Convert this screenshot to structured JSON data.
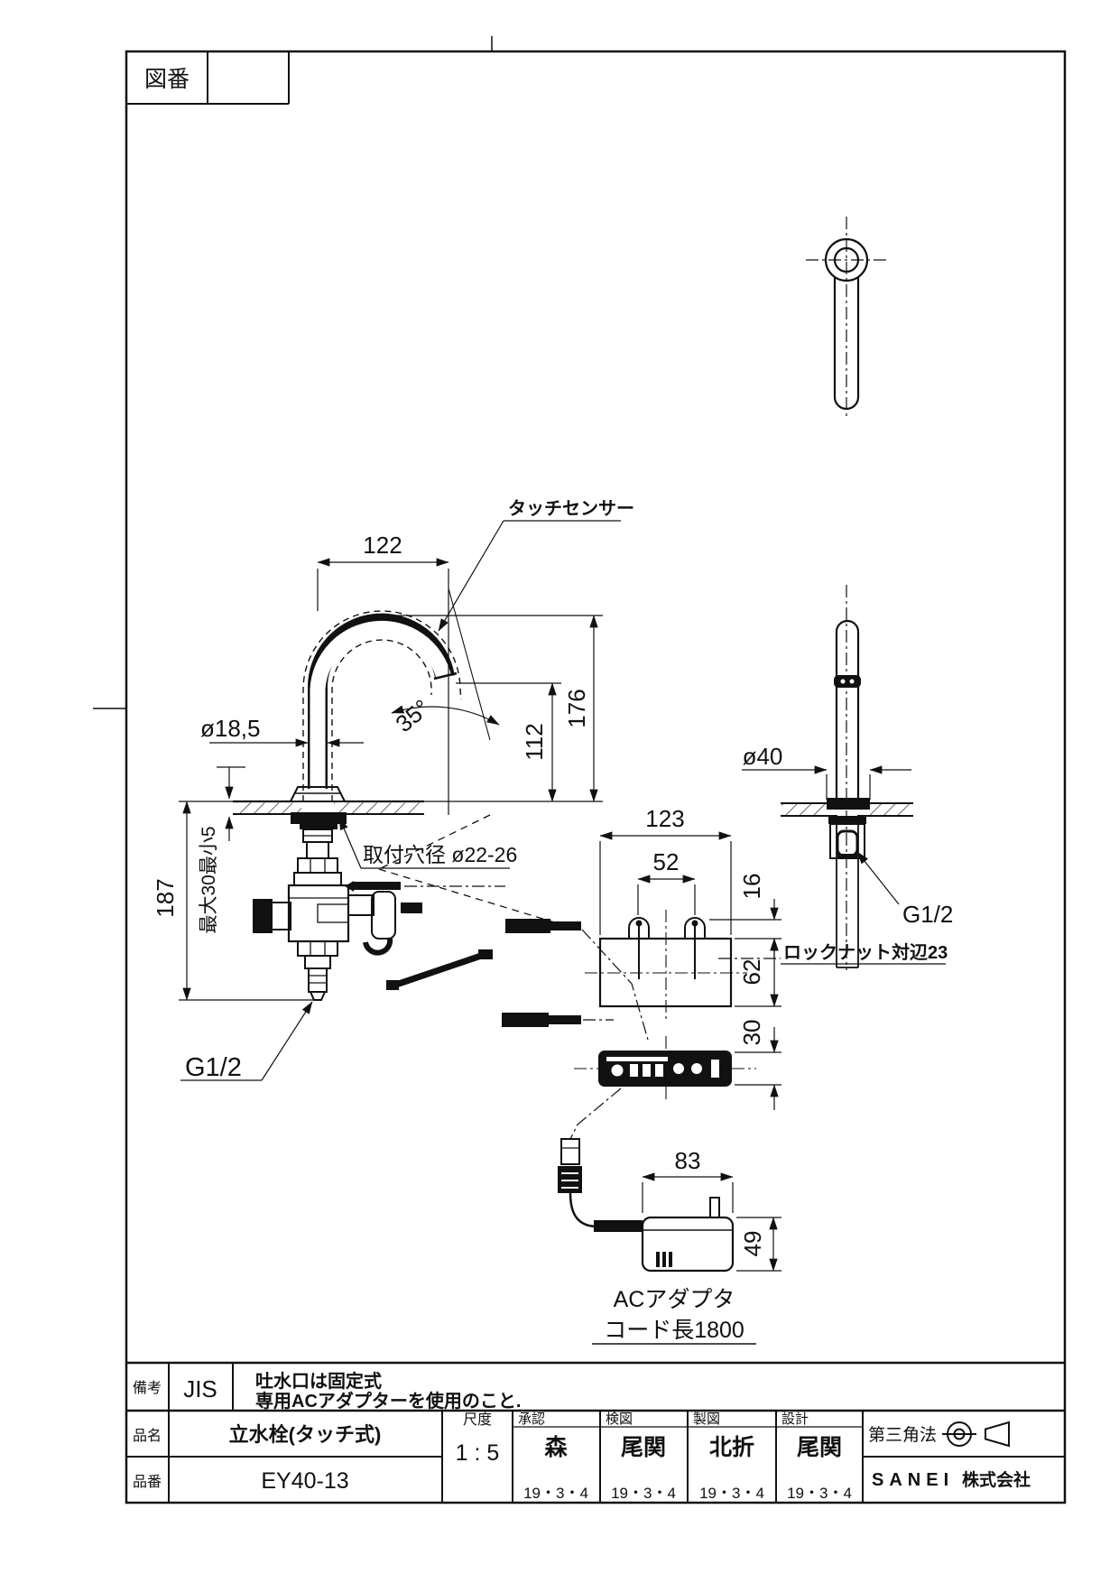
{
  "sheet": {
    "zuban_label": "図番"
  },
  "front_view": {
    "touch_sensor_label": "タッチセンサー",
    "dim_width": "122",
    "dim_height_total": "176",
    "dim_height_spout": "112",
    "dim_angle": "35°",
    "dim_spout_dia": "ø18,5",
    "dim_under_counter": "187",
    "deck_thickness_note": "最大30最小5",
    "mount_hole_label": "取付穴径  ø22-26",
    "inlet_thread_label": "G1/2"
  },
  "side_view": {
    "dim_body_dia": "ø40",
    "thread_label": "G1/2",
    "locknut_label": "ロックナット対辺23"
  },
  "control_box": {
    "dim_width": "123",
    "dim_clip_span": "52",
    "dim_clip_height": "16",
    "dim_height": "62",
    "dim_strip": "30"
  },
  "ac_adapter": {
    "dim_width": "83",
    "dim_height": "49",
    "label": "ACアダプタ",
    "cord_label": "コード長1800"
  },
  "title_block": {
    "remarks_label": "備考",
    "remarks_std": "JIS",
    "note_line1": "吐水口は固定式",
    "note_line2": "専用ACアダプターを使用のこと.",
    "product_name_label": "品名",
    "product_name": "立水栓(タッチ式)",
    "product_code_label": "品番",
    "product_code": "EY40-13",
    "scale_label": "尺度",
    "scale_value": "1 : 5",
    "approvals": [
      {
        "label": "承認",
        "name": "森",
        "date": "19・3・4"
      },
      {
        "label": "検図",
        "name": "尾関",
        "date": "19・3・4"
      },
      {
        "label": "製図",
        "name": "北折",
        "date": "19・3・4"
      },
      {
        "label": "設計",
        "name": "尾関",
        "date": "19・3・4"
      }
    ],
    "projection_label": "第三角法",
    "company_name": "SANEI",
    "company_suffix": "株式会社"
  }
}
